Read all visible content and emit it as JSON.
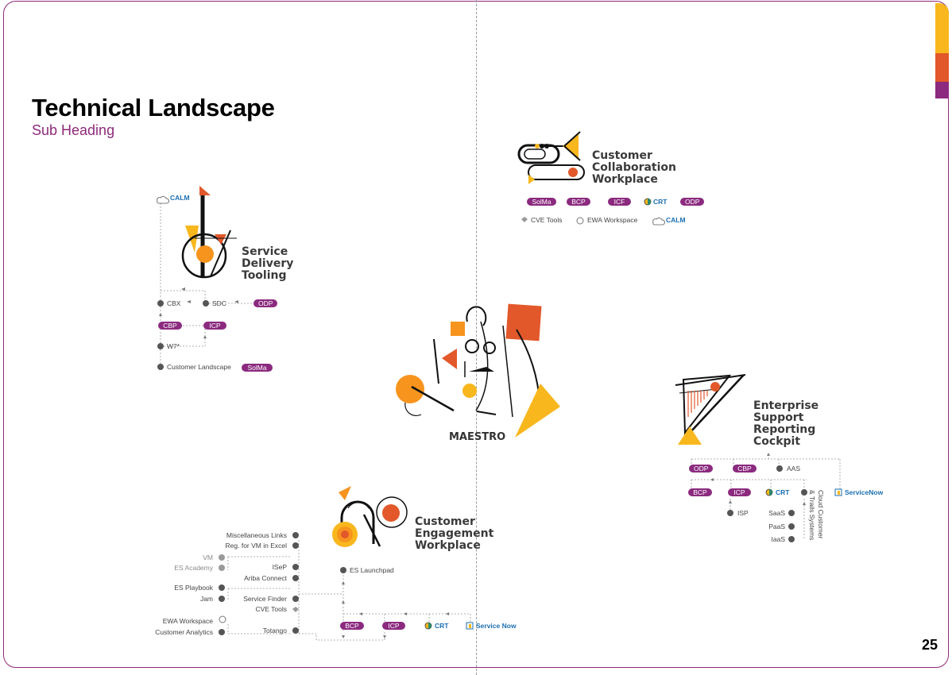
{
  "header": {
    "title": "Technical Landscape",
    "subtitle": "Sub Heading",
    "page_number": "25"
  },
  "colors": {
    "frame": "#8e2a7a",
    "pill": "#8b2a7f",
    "blue_text": "#1b6fb2",
    "tab_yellow": "#f9b71e",
    "tab_orange": "#e2582a",
    "tab_purple": "#8b2a7f"
  },
  "center": {
    "label": "MAESTRO"
  },
  "ccw": {
    "title": "Customer Collaboration Workplace",
    "title_lines": [
      "Customer",
      "Collaboration",
      "Workplace"
    ],
    "pills": [
      "SolMa",
      "BCP",
      "ICF",
      "ODP"
    ],
    "crt": "CRT",
    "cve_tools": "CVE Tools",
    "ewa_workspace": "EWA Workspace",
    "calm": "CALM"
  },
  "sdt": {
    "title_lines": [
      "Service",
      "Delivery",
      "Tooling"
    ],
    "calm": "CALM",
    "cbx": "CBX",
    "sdc": "SDC",
    "odp": "ODP",
    "cbp": "CBP",
    "icp": "ICP",
    "w7": "W7*",
    "customer_landscape": "Customer Landscape",
    "solma": "SolMa"
  },
  "esrc": {
    "title_lines": [
      "Enterprise",
      "Support",
      "Reporting",
      "Cockpit"
    ],
    "odp": "ODP",
    "cbp": "CBP",
    "aas": "AAS",
    "bcp": "BCP",
    "icp": "ICP",
    "crt": "CRT",
    "isp": "ISP",
    "saas": "SaaS",
    "paas": "PaaS",
    "iaas": "IaaS",
    "cloud_customer": "Cloud Customer",
    "trails_systems": "& Trails Systems",
    "servicenow": "ServiceNow"
  },
  "cew": {
    "title_lines": [
      "Customer",
      "Engagement",
      "Workplace"
    ],
    "misc_links": "Miscellaneous Links",
    "reg_vm": "Reg. for VM in Excel",
    "vm": "VM",
    "es_academy": "ES Academy",
    "isep": "ISeP",
    "ariba": "Ariba Connect",
    "es_playbook": "ES Playbook",
    "jam": "Jam",
    "service_finder": "Service Finder",
    "cve_tools": "CVE Tools",
    "ewa_workspace": "EWA Workspace",
    "customer_analytics": "Customer Analytics",
    "totango": "Totango",
    "es_launchpad": "ES Launchpad",
    "bcp": "BCP",
    "icp": "ICP",
    "crt": "CRT",
    "service_now": "Service Now"
  }
}
